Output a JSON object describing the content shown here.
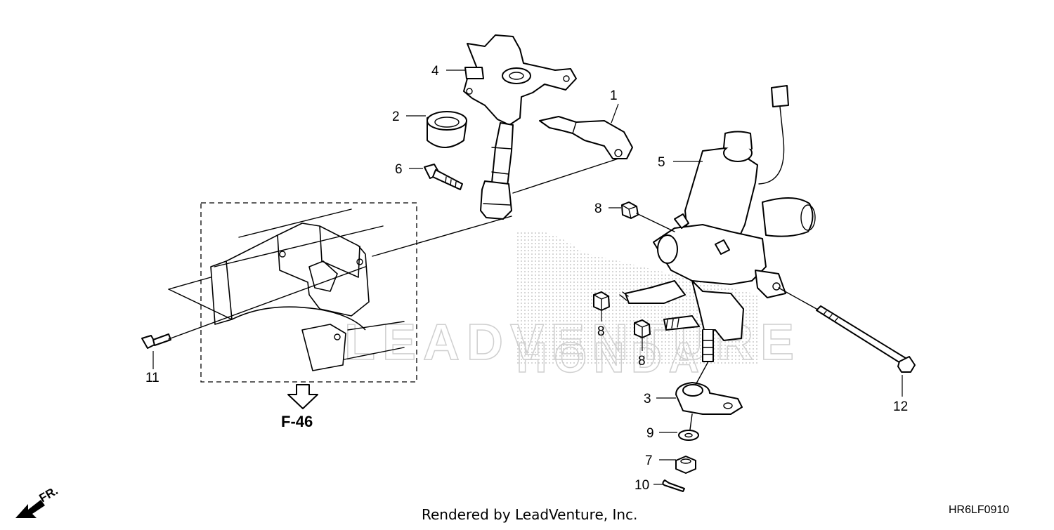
{
  "callouts": [
    {
      "id": "c1",
      "label": "1"
    },
    {
      "id": "c2",
      "label": "2"
    },
    {
      "id": "c3",
      "label": "3"
    },
    {
      "id": "c4",
      "label": "4"
    },
    {
      "id": "c5",
      "label": "5"
    },
    {
      "id": "c6",
      "label": "6"
    },
    {
      "id": "c7",
      "label": "7"
    },
    {
      "id": "c8a",
      "label": "8"
    },
    {
      "id": "c8b",
      "label": "8"
    },
    {
      "id": "c8c",
      "label": "8"
    },
    {
      "id": "c9",
      "label": "9"
    },
    {
      "id": "c10",
      "label": "10"
    },
    {
      "id": "c11",
      "label": "11"
    },
    {
      "id": "c12",
      "label": "12"
    }
  ],
  "reference": {
    "label": "F-46"
  },
  "direction": {
    "label": "FR."
  },
  "footer": {
    "rendered_by": "Rendered by LeadVenture, Inc."
  },
  "diagram_code": "HR6LF0910",
  "watermark": {
    "line1": "LEADVENTURE",
    "line2": "HONDA"
  }
}
